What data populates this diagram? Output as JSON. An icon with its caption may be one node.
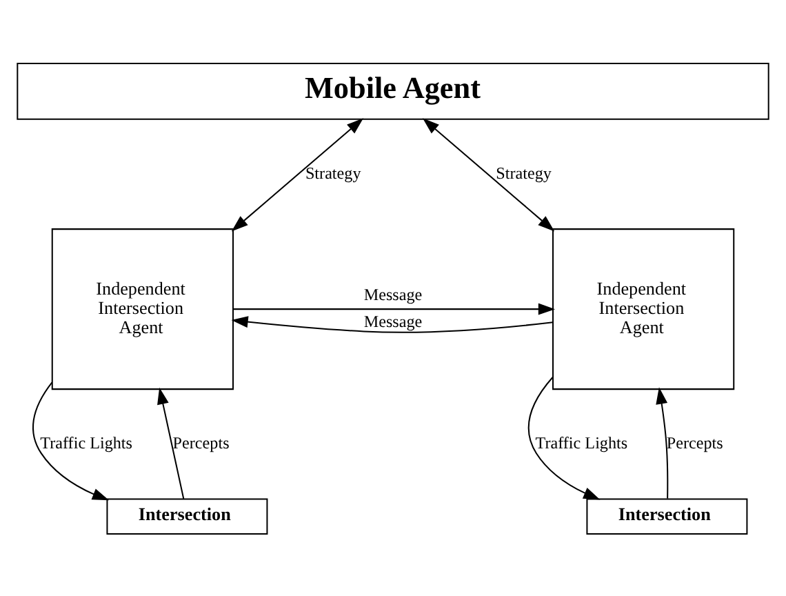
{
  "diagram": {
    "nodes": [
      {
        "text": [
          "Mobile Agent"
        ]
      },
      {
        "text": [
          "Independent Intersection Agent"
        ]
      },
      {
        "text": [
          "Independent Intersection Agent"
        ]
      },
      {
        "text": [
          "Intersection"
        ]
      },
      {
        "text": [
          "Intersection"
        ]
      }
    ],
    "edges": [
      {
        "from": 0,
        "to": 1,
        "arrow": "both",
        "label": "Strategy"
      },
      {
        "from": 0,
        "to": 2,
        "arrow": "both",
        "label": "Strategy"
      },
      {
        "from": 1,
        "to": 2,
        "arrow": "to",
        "label": "Message"
      },
      {
        "from": 2,
        "to": 1,
        "arrow": "to",
        "label": "Message"
      },
      {
        "from": 3,
        "to": 1,
        "arrow": "to",
        "label": "Percepts"
      },
      {
        "from": 1,
        "to": 3,
        "arrow": "to",
        "label": "Traffic Lights"
      },
      {
        "from": 4,
        "to": 2,
        "arrow": "to",
        "label": "Percepts"
      },
      {
        "from": 2,
        "to": 4,
        "arrow": "to",
        "label": "Traffic Lights"
      }
    ]
  }
}
